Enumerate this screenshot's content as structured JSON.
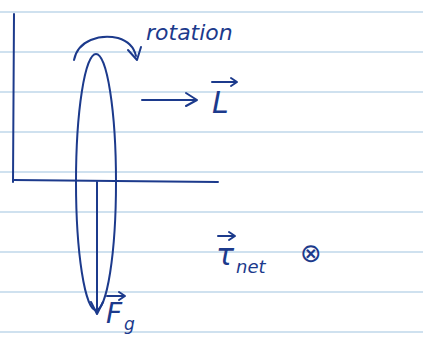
{
  "diagram": {
    "labels": [
      "rotation",
      "L",
      "τ",
      "net",
      "⊗",
      "F",
      "g"
    ]
  }
}
